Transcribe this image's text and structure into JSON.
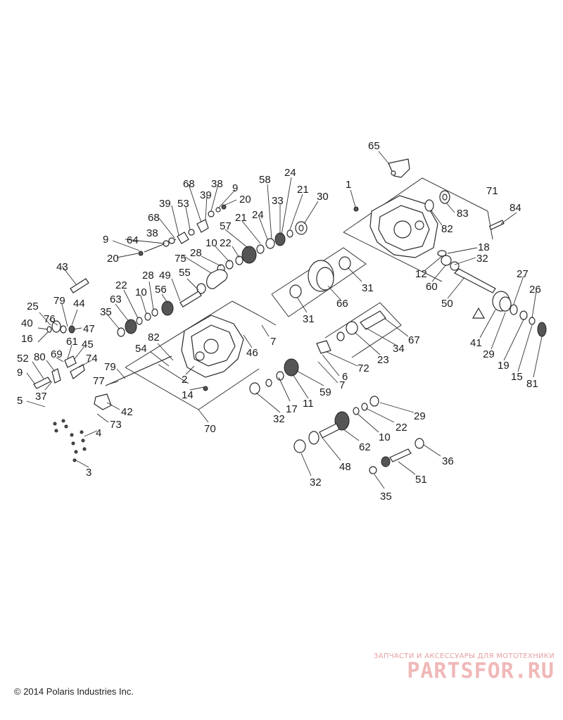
{
  "diagram": {
    "callouts": [
      "65",
      "1",
      "71",
      "84",
      "83",
      "82",
      "18",
      "32",
      "12",
      "60",
      "50",
      "27",
      "26",
      "41",
      "29",
      "19",
      "15",
      "81",
      "24",
      "58",
      "21",
      "30",
      "68",
      "38",
      "9",
      "20",
      "39",
      "53",
      "33",
      "57",
      "21",
      "24",
      "68",
      "39",
      "38",
      "64",
      "9",
      "20",
      "22",
      "10",
      "28",
      "75",
      "43",
      "49",
      "55",
      "56",
      "22",
      "10",
      "28",
      "63",
      "35",
      "79",
      "44",
      "25",
      "76",
      "40",
      "47",
      "16",
      "45",
      "52",
      "80",
      "69",
      "61",
      "74",
      "9",
      "37",
      "5",
      "77",
      "79",
      "82",
      "54",
      "2",
      "14",
      "7",
      "46",
      "42",
      "73",
      "4",
      "3",
      "70",
      "72",
      "7",
      "6",
      "17",
      "11",
      "59",
      "32",
      "23",
      "34",
      "67",
      "31",
      "66",
      "31",
      "29",
      "22",
      "10",
      "62",
      "48",
      "32",
      "36",
      "51",
      "35"
    ],
    "warning_symbol": "warning-triangle-icon"
  },
  "footer": {
    "copyright": "© 2014 Polaris Industries Inc."
  },
  "watermark": {
    "tagline": "ЗАПЧАСТИ И АКСЕССУАРЫ ДЛЯ МОТОТЕХНИКИ",
    "brand": "PARTSFOR.RU"
  },
  "colors": {
    "line": "#2a2a2a",
    "watermark": "#f0b8b8"
  }
}
